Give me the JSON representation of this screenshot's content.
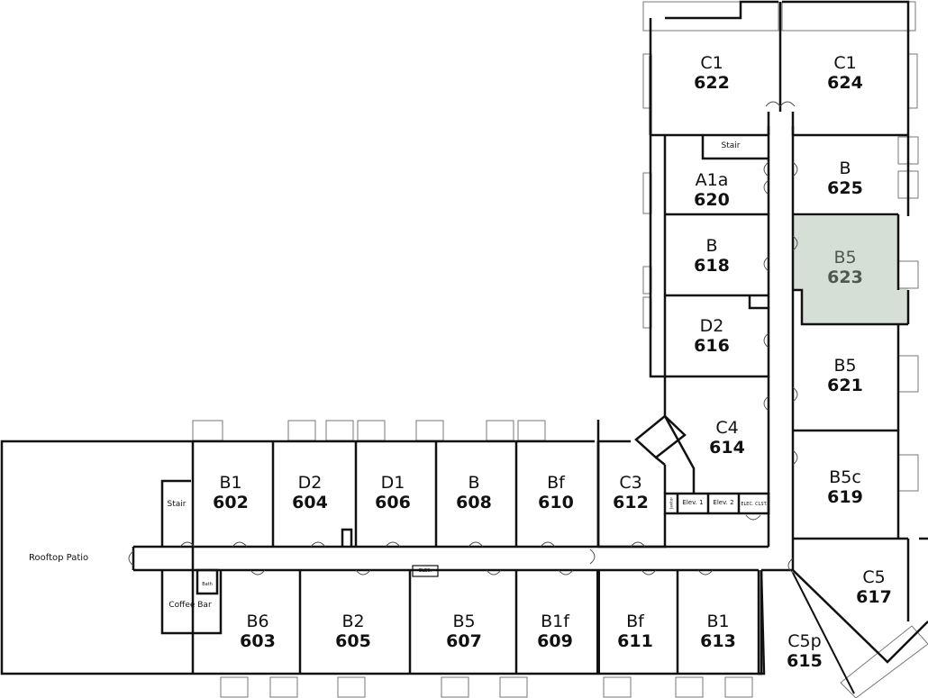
{
  "floor_plan": {
    "units": [
      {
        "id": "u622",
        "type": "C1",
        "number": "622"
      },
      {
        "id": "u624",
        "type": "C1",
        "number": "624"
      },
      {
        "id": "u620",
        "type": "A1a",
        "number": "620"
      },
      {
        "id": "u625",
        "type": "B",
        "number": "625"
      },
      {
        "id": "u618",
        "type": "B",
        "number": "618"
      },
      {
        "id": "u623",
        "type": "B5",
        "number": "623",
        "selected": true
      },
      {
        "id": "u616",
        "type": "D2",
        "number": "616"
      },
      {
        "id": "u621",
        "type": "B5",
        "number": "621"
      },
      {
        "id": "u614",
        "type": "C4",
        "number": "614"
      },
      {
        "id": "u619",
        "type": "B5c",
        "number": "619"
      },
      {
        "id": "u617",
        "type": "C5",
        "number": "617"
      },
      {
        "id": "u615",
        "type": "C5p",
        "number": "615"
      },
      {
        "id": "u602",
        "type": "B1",
        "number": "602"
      },
      {
        "id": "u604",
        "type": "D2",
        "number": "604"
      },
      {
        "id": "u606",
        "type": "D1",
        "number": "606"
      },
      {
        "id": "u608",
        "type": "B",
        "number": "608"
      },
      {
        "id": "u610",
        "type": "Bf",
        "number": "610"
      },
      {
        "id": "u612",
        "type": "C3",
        "number": "612"
      },
      {
        "id": "u603",
        "type": "B6",
        "number": "603"
      },
      {
        "id": "u605",
        "type": "B2",
        "number": "605"
      },
      {
        "id": "u607",
        "type": "B5",
        "number": "607"
      },
      {
        "id": "u609",
        "type": "B1f",
        "number": "609"
      },
      {
        "id": "u611",
        "type": "Bf",
        "number": "611"
      },
      {
        "id": "u613",
        "type": "B1",
        "number": "613"
      }
    ],
    "labels": {
      "rooftop_patio": "Rooftop Patio",
      "stair_west": "Stair",
      "stair_north": "Stair",
      "coffee_bar": "Coffee Bar",
      "bath": "Bath",
      "elev1": "Elev. 1",
      "elev2": "Elev. 2",
      "janitor": "Janitor",
      "elec_corridor": "ELEC.",
      "elec_closet": "ELEC. CLST."
    },
    "colors": {
      "selected_fill": "#d6dfd6",
      "wall": "#111111",
      "window": "#777777"
    }
  }
}
